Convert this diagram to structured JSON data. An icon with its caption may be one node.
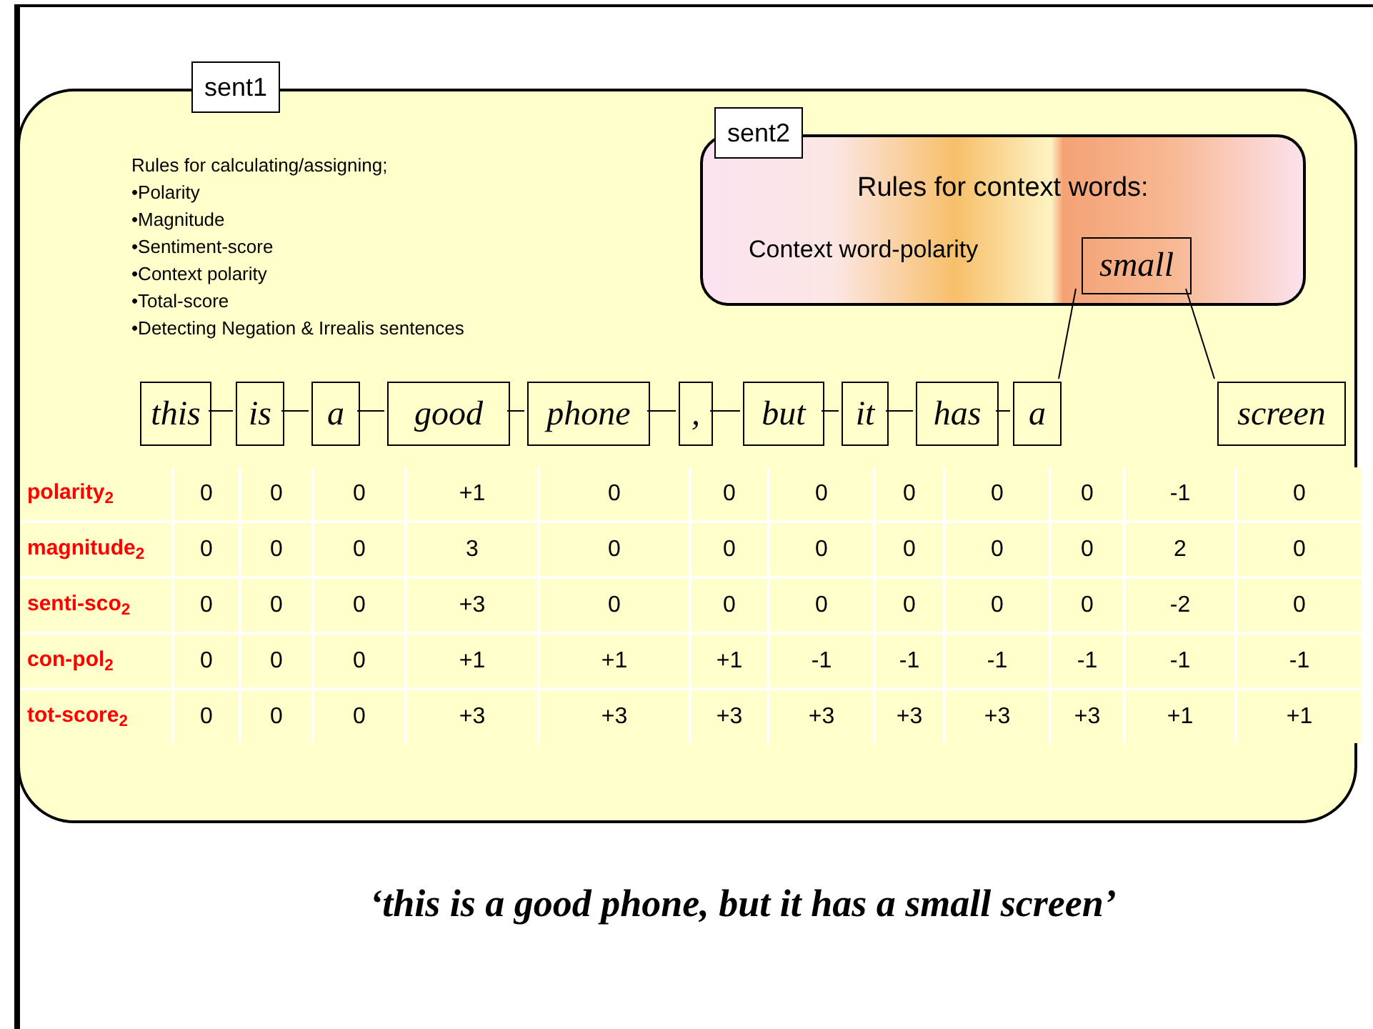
{
  "diagram": {
    "caption": "‘this is a good phone, but it has a small screen’",
    "nodes": [
      {
        "text": [
          "sent1"
        ]
      },
      {
        "text": [
          "sent2",
          "Rules for context words:",
          "Context word-polarity"
        ],
        "in": 0
      },
      {
        "text": [
          "small"
        ],
        "in": 1
      },
      {
        "text": [
          "this"
        ],
        "in": 0
      },
      {
        "text": [
          "is"
        ],
        "in": 0
      },
      {
        "text": [
          "a"
        ],
        "in": 0
      },
      {
        "text": [
          "good"
        ],
        "in": 0
      },
      {
        "text": [
          "phone"
        ],
        "in": 0
      },
      {
        "text": [
          ","
        ],
        "in": 0
      },
      {
        "text": [
          "but"
        ],
        "in": 0
      },
      {
        "text": [
          "it"
        ],
        "in": 0
      },
      {
        "text": [
          "has"
        ],
        "in": 0
      },
      {
        "text": [
          "a"
        ],
        "in": 0
      },
      {
        "text": [
          "screen"
        ],
        "in": 0
      }
    ],
    "edges": [
      {
        "from": 3,
        "to": 4,
        "arrow": "none"
      },
      {
        "from": 4,
        "to": 5,
        "arrow": "none"
      },
      {
        "from": 5,
        "to": 6,
        "arrow": "none"
      },
      {
        "from": 6,
        "to": 7,
        "arrow": "none"
      },
      {
        "from": 7,
        "to": 8,
        "arrow": "none"
      },
      {
        "from": 8,
        "to": 9,
        "arrow": "none"
      },
      {
        "from": 9,
        "to": 10,
        "arrow": "none"
      },
      {
        "from": 10,
        "to": 11,
        "arrow": "none"
      },
      {
        "from": 11,
        "to": 12,
        "arrow": "none"
      },
      {
        "from": 12,
        "to": 2,
        "arrow": "none"
      },
      {
        "from": 2,
        "to": 13,
        "arrow": "none"
      }
    ],
    "labels": [
      "Rules for calculating/assigning;",
      "•Polarity",
      "•Magnitude",
      "•Sentiment-score",
      "•Context polarity",
      "•Total-score",
      "•Detecting Negation & Irrealis sentences",
      "polarity$_{2}$",
      "0",
      "0",
      "0",
      "+1",
      "0",
      "0",
      "0",
      "0",
      "0",
      "0",
      "-1",
      "0",
      "magnitude$_{2}$",
      "0",
      "0",
      "0",
      "3",
      "0",
      "0",
      "0",
      "0",
      "0",
      "0",
      "2",
      "0",
      "senti-sco$_{2}$",
      "0",
      "0",
      "0",
      "+3",
      "0",
      "0",
      "0",
      "0",
      "0",
      "0",
      "-2",
      "0",
      "con-pol$_{2}$",
      "0",
      "0",
      "0",
      "+1",
      "+1",
      "+1",
      "-1",
      "-1",
      "-1",
      "-1",
      "-1",
      "-1",
      "tot-score$_{2}$",
      "0",
      "0",
      "0",
      "+3",
      "+3",
      "+3",
      "+3",
      "+3",
      "+3",
      "+3",
      "+1",
      "+1"
    ]
  }
}
